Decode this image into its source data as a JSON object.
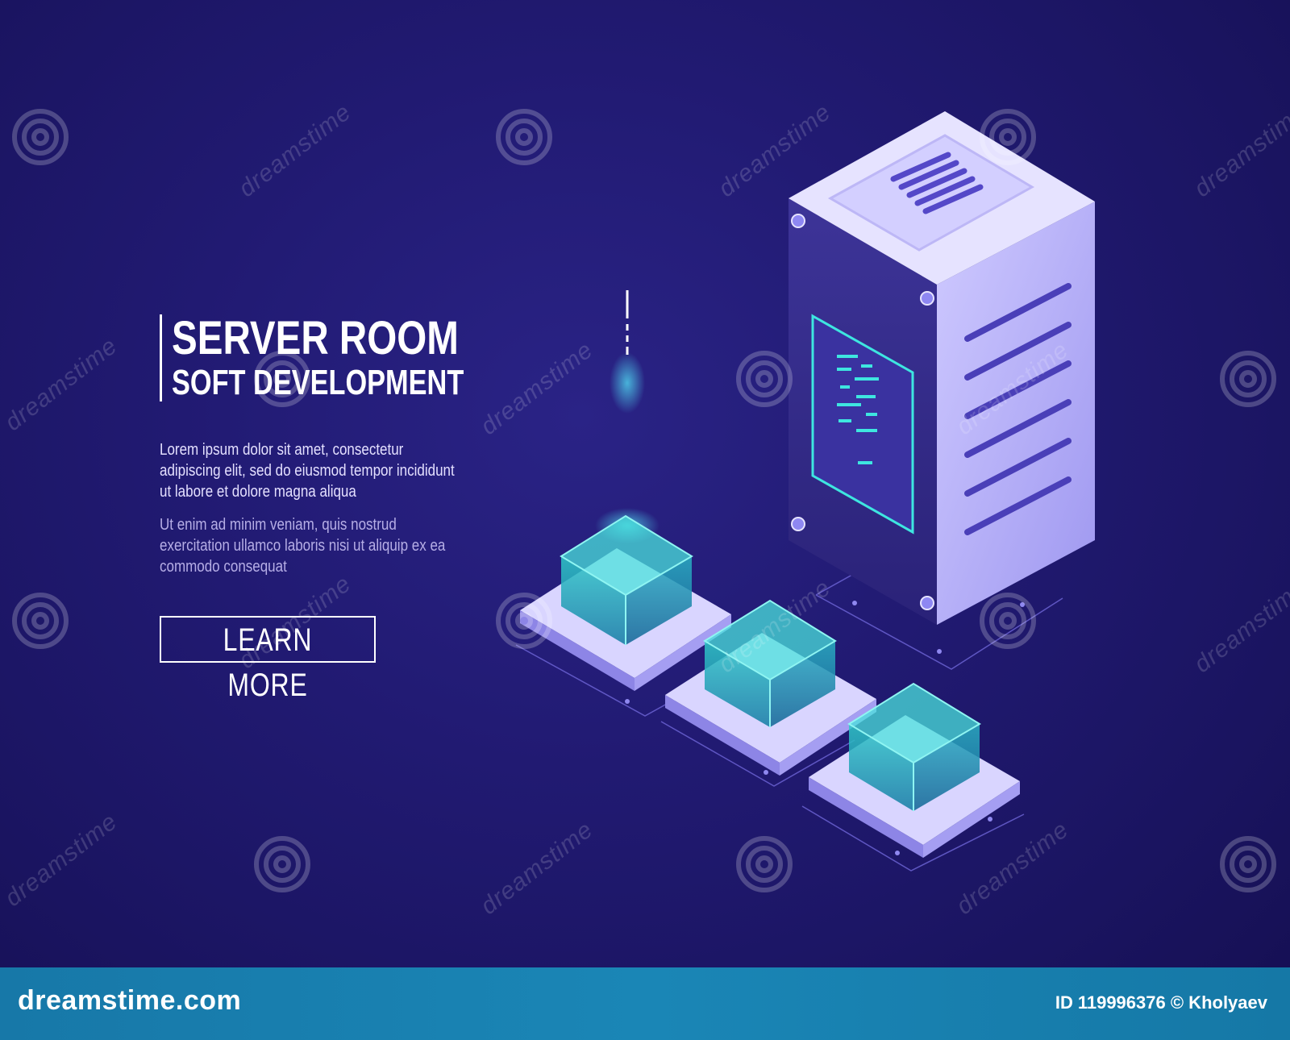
{
  "headline": {
    "title": "SERVER ROOM",
    "subtitle": "SOFT DEVELOPMENT"
  },
  "body": {
    "paragraph1": "Lorem ipsum dolor sit amet, consectetur adipiscing elit, sed do eiusmod tempor incididunt ut labore et dolore magna aliqua",
    "paragraph2": "Ut enim ad minim veniam, quis nostrud exercitation ullamco laboris nisi ut aliquip ex ea commodo consequat"
  },
  "cta": {
    "label": "LEARN MORE"
  },
  "footer": {
    "brand": "dreamstime.com",
    "id_label": "ID",
    "id_value": "119996376",
    "credit": "© Kholyaev"
  },
  "watermark": {
    "text": "dreamstime"
  },
  "colors": {
    "background": "#1e1660",
    "accent_cyan": "#3ee6e0",
    "server_face": "#d6d2ff",
    "footer": "#1a80b0"
  },
  "icons": [
    "server-rack-icon",
    "cube-node-icon",
    "spiral-logo-icon"
  ]
}
